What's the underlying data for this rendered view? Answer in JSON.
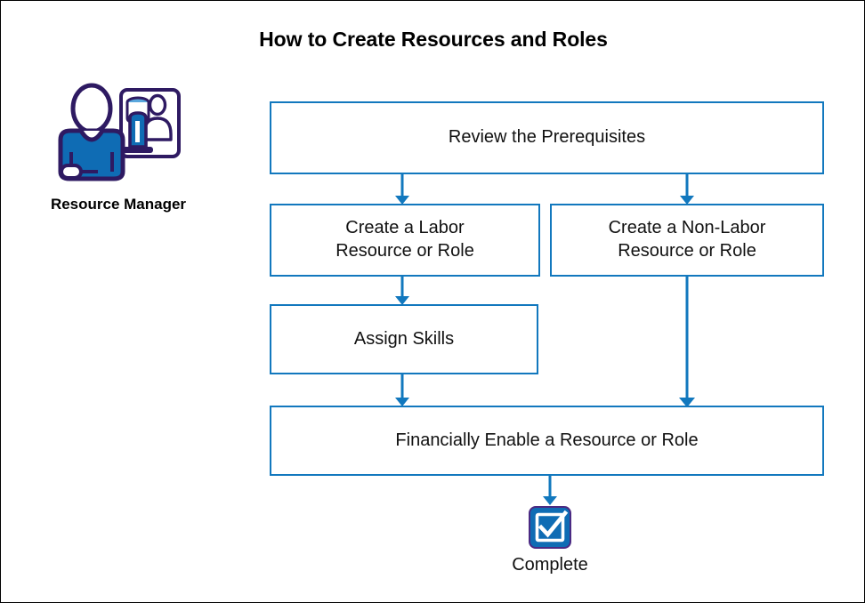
{
  "page": {
    "title": "How to Create Resources and Roles",
    "border_color": "#000000",
    "background": "#ffffff"
  },
  "colors": {
    "box_border": "#1278be",
    "connector": "#1278be",
    "icon_blue": "#0f6cb4",
    "icon_outline": "#2e1a62",
    "text": "#111111"
  },
  "actor": {
    "label": "Resource Manager",
    "icon_name": "resource-manager-icon"
  },
  "flow": {
    "nodes": [
      {
        "id": "prereq",
        "label": "Review the Prerequisites",
        "lines": [
          "Review the Prerequisites"
        ]
      },
      {
        "id": "labor",
        "label": "Create a Labor Resource or Role",
        "lines": [
          "Create a Labor",
          "Resource or Role"
        ]
      },
      {
        "id": "nonlabor",
        "label": "Create a Non-Labor Resource or Role",
        "lines": [
          "Create a Non-Labor",
          "Resource or Role"
        ]
      },
      {
        "id": "skills",
        "label": "Assign Skills",
        "lines": [
          "Assign Skills"
        ]
      },
      {
        "id": "finance",
        "label": "Financially Enable a Resource or Role",
        "lines": [
          "Financially Enable a Resource or Role"
        ]
      }
    ],
    "connectors": [
      {
        "from": "prereq",
        "to": "labor"
      },
      {
        "from": "prereq",
        "to": "nonlabor"
      },
      {
        "from": "labor",
        "to": "skills"
      },
      {
        "from": "skills",
        "to": "finance"
      },
      {
        "from": "nonlabor",
        "to": "finance"
      },
      {
        "from": "finance",
        "to": "complete"
      }
    ]
  },
  "complete": {
    "label": "Complete",
    "icon_name": "checkbox-checked-icon"
  }
}
